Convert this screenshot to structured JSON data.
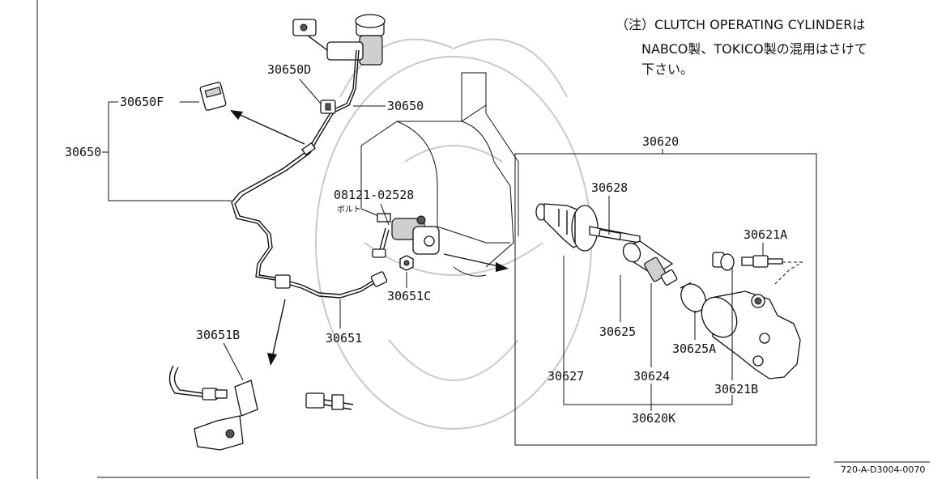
{
  "note": {
    "line1": "（注）CLUTCH OPERATING CYLINDERは",
    "line2": "NABCO製、TOKICO製の混用はさけて",
    "line3": "下さい。"
  },
  "labels": {
    "p30650D": "30650D",
    "p30650F": "30650F",
    "p30650_pipe": "30650",
    "p30650_group": "30650",
    "p08121": "08121-02528",
    "bolt": "ボルト",
    "p30651C": "30651C",
    "p30651": "30651",
    "p30651B": "30651B",
    "p30620": "30620",
    "p30628": "30628",
    "p30621A": "30621A",
    "p30625": "30625",
    "p30625A": "30625A",
    "p30627": "30627",
    "p30624": "30624",
    "p30621B": "30621B",
    "p30620K": "30620K"
  },
  "reference_code": "720-A-D3004-0070"
}
